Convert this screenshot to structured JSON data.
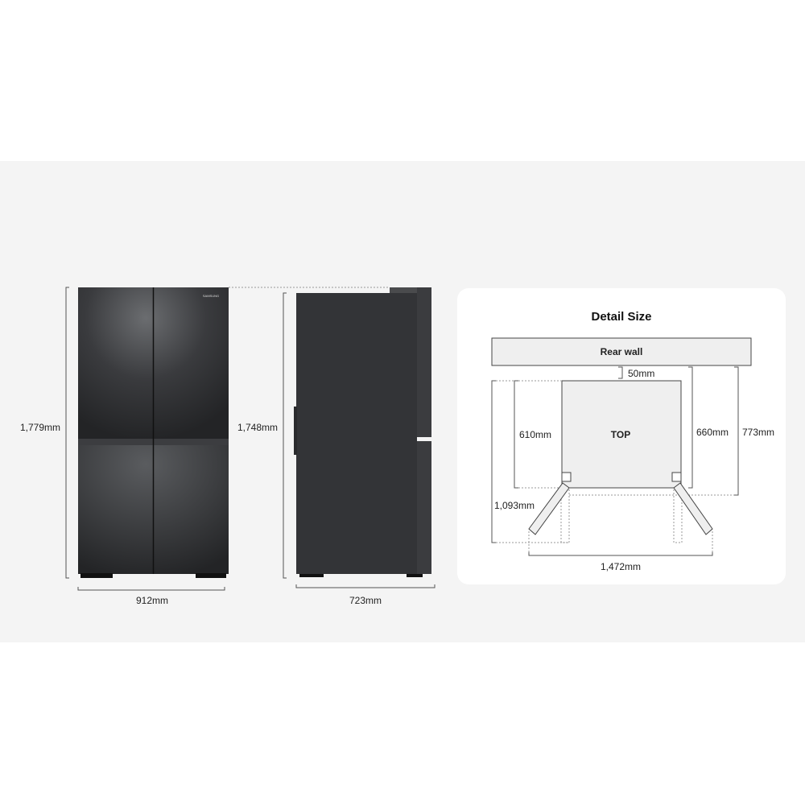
{
  "front_view": {
    "height_label": "1,779mm",
    "width_label": "912mm",
    "brand_logo": "SAMSUNG"
  },
  "side_view": {
    "height_label": "1,748mm",
    "depth_label": "723mm"
  },
  "detail": {
    "title": "Detail Size",
    "rear_wall": "Rear wall",
    "top": "TOP",
    "gap": "50mm",
    "depth_body": "610mm",
    "depth_with_gap": "660mm",
    "depth_total": "773mm",
    "depth_doors_open": "1,093mm",
    "width_doors_open": "1,472mm"
  },
  "colors": {
    "fridge": "#2e2f31",
    "band": "#f4f4f4",
    "card": "#ffffff",
    "panel": "#efefef"
  }
}
